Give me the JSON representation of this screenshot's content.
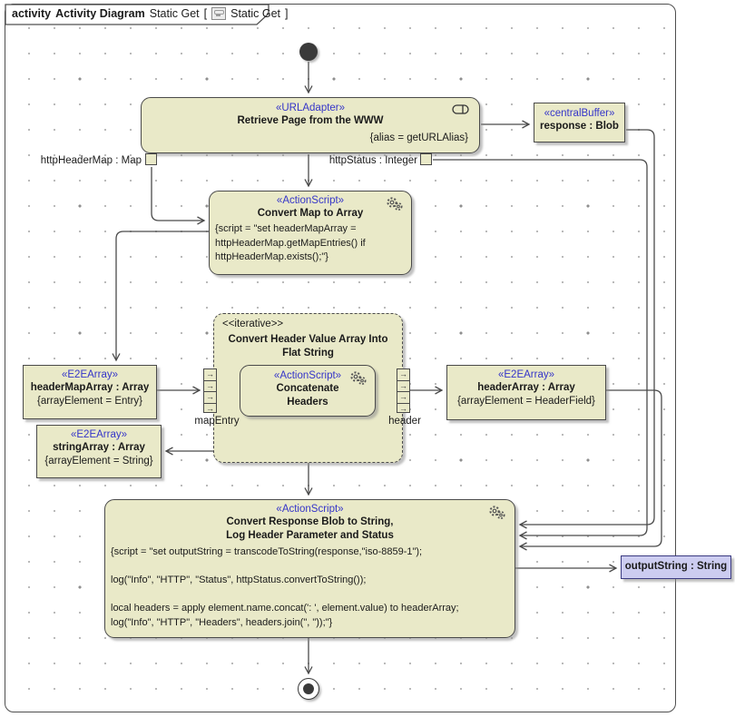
{
  "frame": {
    "kind": "activity",
    "type_label": "Activity Diagram",
    "name": "Static Get",
    "bracket_open": "[",
    "context_name": "Static Get",
    "bracket_close": "]"
  },
  "colors": {
    "node_fill": "#e9e9c8",
    "node_border": "#4a4a4a",
    "stereotype_blue": "#3535c9",
    "output_fill": "#ccccf0",
    "edge": "#4a4a4a"
  },
  "icons": {
    "expansion_arrow": "→"
  },
  "nodes": {
    "retrieve_page": {
      "stereotype": "«URLAdapter»",
      "name": "Retrieve Page from the WWW",
      "tagged_value": "{alias = getURLAlias}"
    },
    "response_buffer": {
      "stereotype": "«centralBuffer»",
      "name": "response : Blob"
    },
    "pin_http_header_map": {
      "label": "httpHeaderMap : Map"
    },
    "pin_http_status": {
      "label": "httpStatus : Integer"
    },
    "convert_map_to_array": {
      "stereotype": "«ActionScript»",
      "name": "Convert Map to Array",
      "script_lines": [
        "{script = \"set headerMapArray =",
        "httpHeaderMap.getMapEntries() if",
        "httpHeaderMap.exists();\"}"
      ]
    },
    "iterative_region": {
      "stereotype": "<<iterative>>",
      "name_line1": "Convert Header Value Array Into",
      "name_line2": "Flat String"
    },
    "concatenate_headers": {
      "stereotype": "«ActionScript»",
      "name_line1": "Concatenate",
      "name_line2": "Headers"
    },
    "expansion_in_label": "mapEntry",
    "expansion_out_label": "header",
    "header_map_array": {
      "stereotype": "«E2EArray»",
      "name": "headerMapArray : Array",
      "tagged_value": "{arrayElement = Entry}"
    },
    "string_array": {
      "stereotype": "«E2EArray»",
      "name": "stringArray : Array",
      "tagged_value": "{arrayElement = String}"
    },
    "header_array": {
      "stereotype": "«E2EArray»",
      "name": "headerArray : Array",
      "tagged_value": "{arrayElement = HeaderField}"
    },
    "convert_response": {
      "stereotype": "«ActionScript»",
      "name_line1": "Convert Response Blob to String,",
      "name_line2": "Log Header Parameter and Status",
      "script_lines": [
        "{script = \"set outputString = transcodeToString(response,\"iso-8859-1\");",
        "",
        "log(\"Info\", \"HTTP\", \"Status\", httpStatus.convertToString());",
        "",
        "local headers = apply element.name.concat(': ', element.value) to headerArray;",
        "log(\"Info\", \"HTTP\", \"Headers\", headers.join(\", \"));\"}"
      ]
    },
    "output_string": {
      "name": "outputString : String"
    }
  }
}
